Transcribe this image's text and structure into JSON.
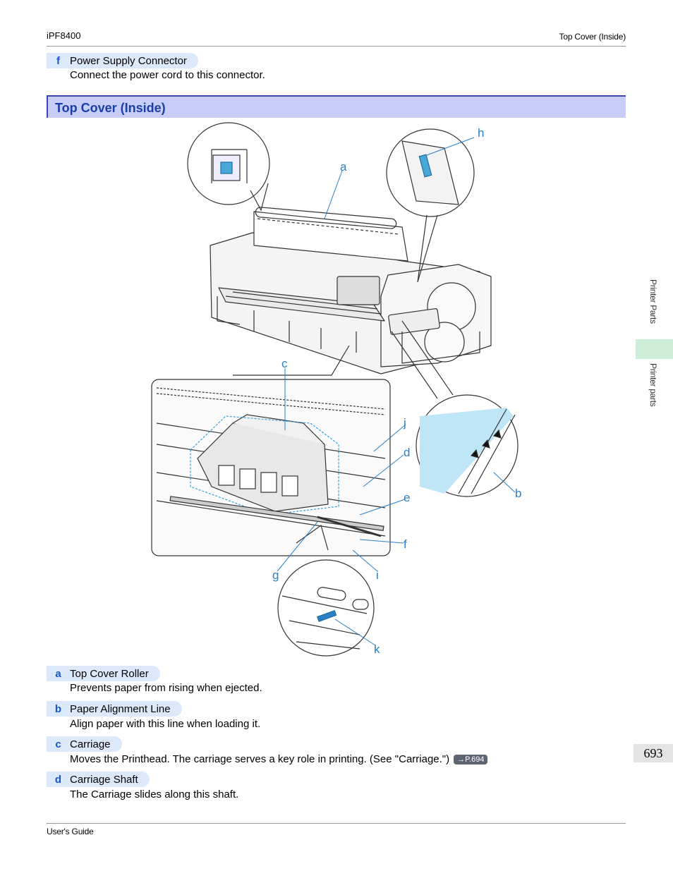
{
  "header": {
    "model": "iPF8400",
    "section": "Top Cover (Inside)"
  },
  "intro_term": {
    "letter": "f",
    "label": "Power Supply Connector",
    "description": "Connect the power cord to this connector."
  },
  "section_title": "Top Cover (Inside)",
  "callouts": [
    "a",
    "b",
    "c",
    "d",
    "e",
    "f",
    "g",
    "h",
    "i",
    "j",
    "k"
  ],
  "items": [
    {
      "letter": "a",
      "label": "Top Cover Roller",
      "description": "Prevents paper from rising when ejected."
    },
    {
      "letter": "b",
      "label": "Paper Alignment Line",
      "description": "Align paper with this line when loading it."
    },
    {
      "letter": "c",
      "label": "Carriage",
      "description": "Moves the Printhead. The carriage serves a key role in printing.  (See \"Carriage.\")",
      "page_ref": "→P.694"
    },
    {
      "letter": "d",
      "label": "Carriage Shaft",
      "description": "The Carriage slides along this shaft."
    }
  ],
  "side_tabs": [
    "Printer Parts",
    "Printer parts"
  ],
  "page_number": "693",
  "footer": {
    "guide": "User's Guide"
  },
  "colors": {
    "accent_blue": "#1756c7",
    "term_bg": "#dbe9fb",
    "title_bg": "#c8cdf8",
    "callout_blue": "#2b7fc4",
    "side_green": "#cfeed6"
  }
}
